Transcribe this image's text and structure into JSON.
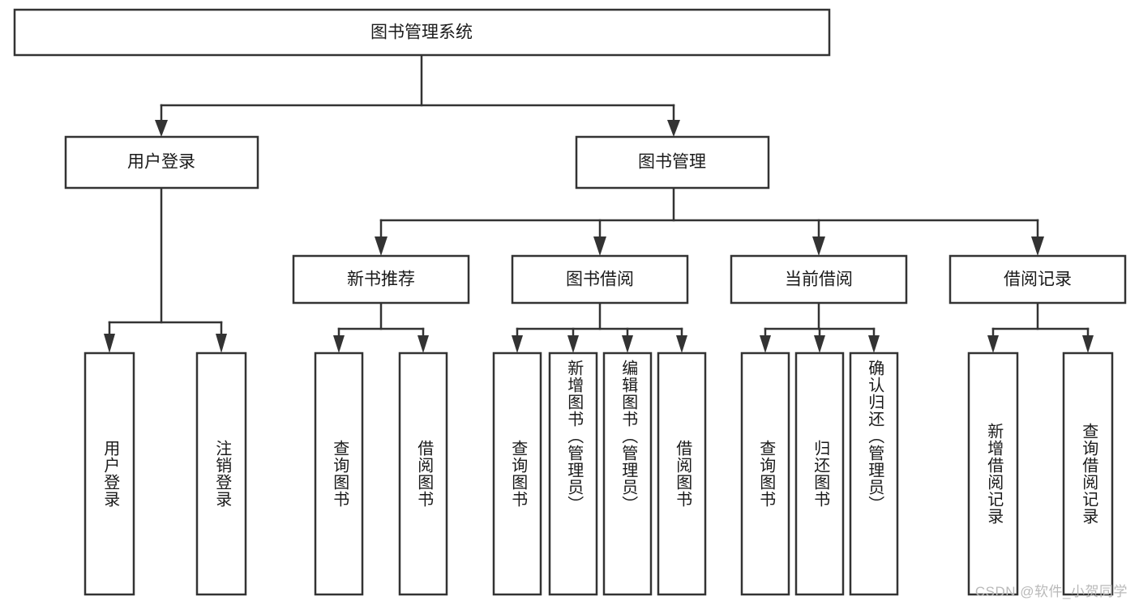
{
  "diagram": {
    "title": "图书管理系统",
    "type": "tree",
    "watermark": "CSDN @软件_小贺同学",
    "colors": {
      "box_stroke": "#333333",
      "box_fill": "#ffffff",
      "text": "#1a1a1a",
      "background": "#ffffff",
      "watermark": "#b9b9b9"
    },
    "levels": {
      "root": {
        "label": "图书管理系统"
      },
      "level2": [
        {
          "id": "user-login",
          "label": "用户登录"
        },
        {
          "id": "book-manage",
          "label": "图书管理"
        }
      ],
      "level3": [
        {
          "id": "new-book-recommend",
          "label": "新书推荐",
          "parent": "book-manage"
        },
        {
          "id": "book-borrow",
          "label": "图书借阅",
          "parent": "book-manage"
        },
        {
          "id": "current-borrow",
          "label": "当前借阅",
          "parent": "book-manage"
        },
        {
          "id": "borrow-record",
          "label": "借阅记录",
          "parent": "book-manage"
        }
      ],
      "leaves": [
        {
          "id": "leaf-user-login",
          "label": "用户登录",
          "parent": "user-login"
        },
        {
          "id": "leaf-logout-login",
          "label": "注销登录",
          "parent": "user-login"
        },
        {
          "id": "leaf-query-book-1",
          "label": "查询图书",
          "parent": "new-book-recommend"
        },
        {
          "id": "leaf-borrow-book-1",
          "label": "借阅图书",
          "parent": "new-book-recommend"
        },
        {
          "id": "leaf-query-book-2",
          "label": "查询图书",
          "parent": "book-borrow"
        },
        {
          "id": "leaf-add-book",
          "label": "新增图书（管理员）",
          "parent": "book-borrow"
        },
        {
          "id": "leaf-edit-book",
          "label": "编辑图书（管理员）",
          "parent": "book-borrow"
        },
        {
          "id": "leaf-borrow-book-2",
          "label": "借阅图书",
          "parent": "book-borrow"
        },
        {
          "id": "leaf-query-book-3",
          "label": "查询图书",
          "parent": "current-borrow"
        },
        {
          "id": "leaf-return-book",
          "label": "归还图书",
          "parent": "current-borrow"
        },
        {
          "id": "leaf-confirm-return",
          "label": "确认归还（管理员）",
          "parent": "current-borrow"
        },
        {
          "id": "leaf-add-record",
          "label": "新增借阅记录",
          "parent": "borrow-record"
        },
        {
          "id": "leaf-query-record",
          "label": "查询借阅记录",
          "parent": "borrow-record"
        }
      ]
    }
  }
}
